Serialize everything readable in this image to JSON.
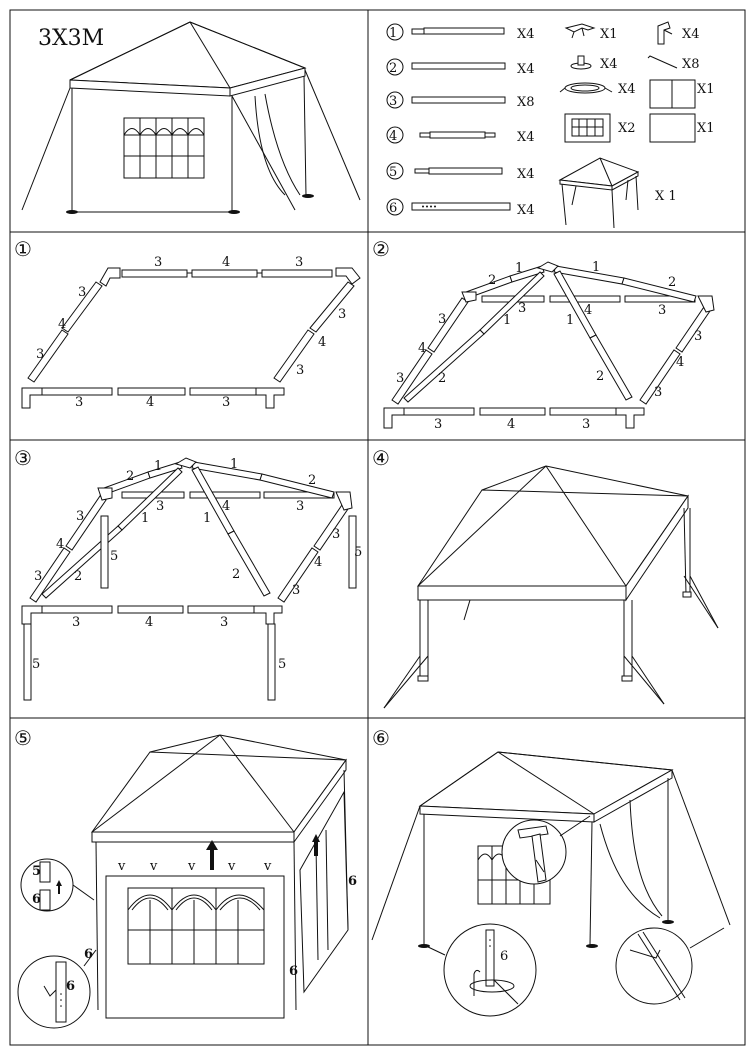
{
  "title": "3X3M",
  "parts": [
    {
      "id": "①",
      "qty": "X4"
    },
    {
      "id": "②",
      "qty": "X4"
    },
    {
      "id": "③",
      "qty": "X8"
    },
    {
      "id": "④",
      "qty": "X4"
    },
    {
      "id": "⑤",
      "qty": "X4"
    },
    {
      "id": "⑥",
      "qty": "X4"
    }
  ],
  "accessories": [
    {
      "icon": "ridge-connector-icon",
      "qty": "X1"
    },
    {
      "icon": "corner-connector-icon",
      "qty": "X4"
    },
    {
      "icon": "foot-plate-icon",
      "qty": "X4"
    },
    {
      "icon": "stake-icon",
      "qty": "X8"
    },
    {
      "icon": "rope-icon",
      "qty": "X4"
    },
    {
      "icon": "door-wall-icon",
      "qty": "X1"
    },
    {
      "icon": "window-wall-icon",
      "qty": "X2"
    },
    {
      "icon": "plain-wall-icon",
      "qty": "X1"
    },
    {
      "icon": "canopy-top-icon",
      "qty": "X 1"
    }
  ],
  "steps": [
    {
      "label": "①"
    },
    {
      "label": "②"
    },
    {
      "label": "③"
    },
    {
      "label": "④"
    },
    {
      "label": "⑤"
    },
    {
      "label": "⑥"
    }
  ],
  "frame_numbers": {
    "three": "3",
    "four": "4",
    "one": "1",
    "two": "2",
    "five": "5",
    "six": "6"
  },
  "colors": {
    "line": "#111111",
    "paper": "#ffffff"
  }
}
